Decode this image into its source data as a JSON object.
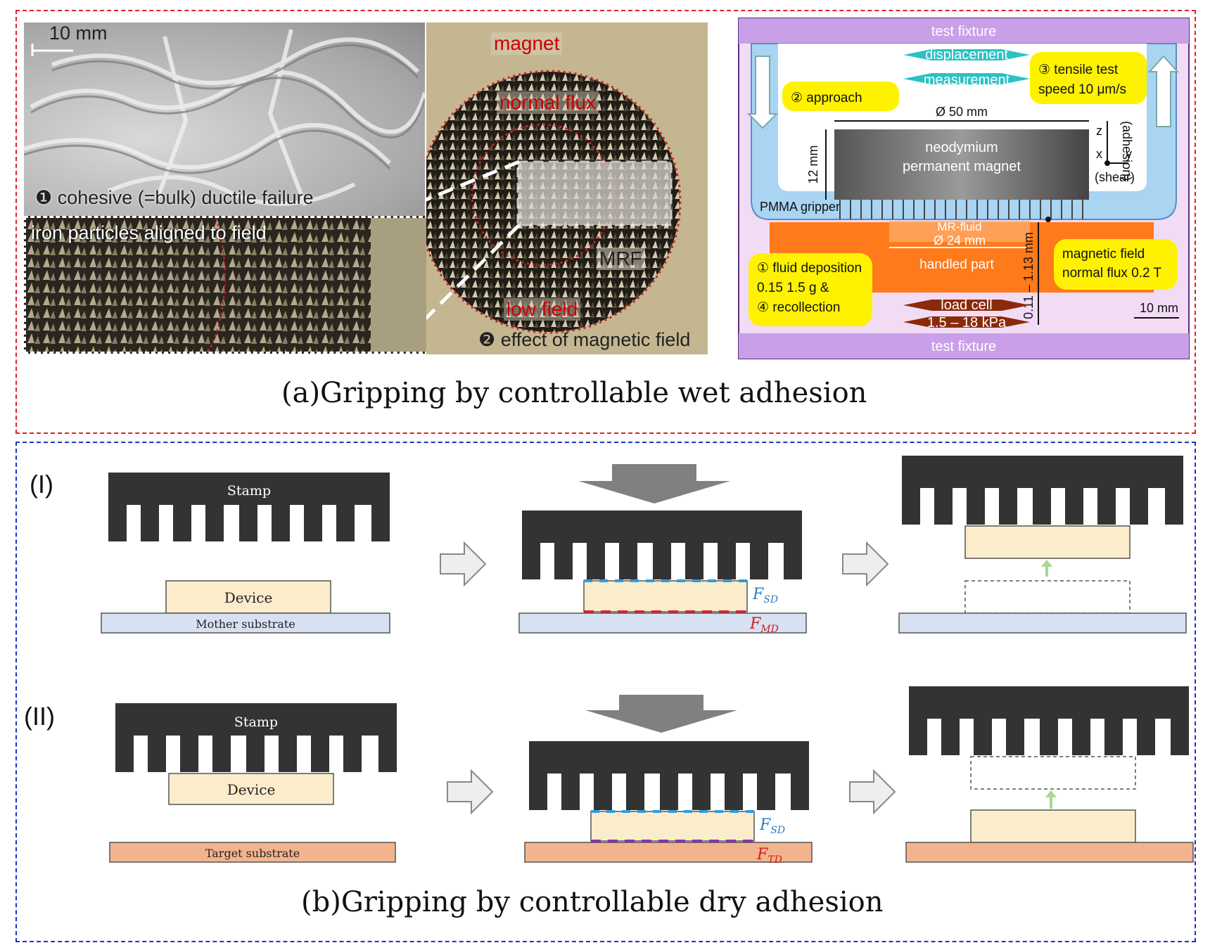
{
  "panel_a": {
    "caption": "(a)Gripping by controllable wet adhesion",
    "photo": {
      "scale": "10 mm",
      "failure": "❶ cohesive (=bulk) ductile failure",
      "particles": "iron particles aligned to field",
      "magnet": "magnet",
      "normal_flux": "normal flux",
      "mrf": "MRF",
      "low_field": "low field",
      "effect": "❷ effect of magnetic field"
    },
    "setup": {
      "test_fixture_top": "test fixture",
      "test_fixture_bottom": "test fixture",
      "displacement_1": "displacement",
      "displacement_2": "measurement",
      "approach": "② approach",
      "tensile_1": "③ tensile test",
      "tensile_2": "speed 10 μm/s",
      "diameter": "Ø 50 mm",
      "height": "12 mm",
      "magnet_1": "neodymium",
      "magnet_2": "permanent magnet",
      "axis_z": "z",
      "axis_x": "x",
      "axis_y": "y",
      "adhesion": "(adhesion)",
      "shear": "(shear)",
      "gripper": "PMMA gripper",
      "mr_fluid": "MR-fluid",
      "fluid_diameter": "Ø 24 mm",
      "handled_part": "handled part",
      "gap": "0.11 – 1.13 mm",
      "deposition_1": "① fluid deposition",
      "deposition_2": "0.15 1.5 g &",
      "deposition_3": "④ recollection",
      "field_1": "magnetic field",
      "field_2": "normal flux 0.2 T",
      "load_cell_1": "load cell",
      "load_cell_2": "1.5 – 18 kPa",
      "scale": "10 mm"
    }
  },
  "panel_b": {
    "caption": "(b)Gripping by controllable dry adhesion",
    "row1": {
      "label": "(I)",
      "stamp": "Stamp",
      "device": "Device",
      "substrate": "Mother substrate",
      "force_top": "F",
      "force_top_sub": "SD",
      "force_bottom": "F",
      "force_bottom_sub": "MD"
    },
    "row2": {
      "label": "(II)",
      "stamp": "Stamp",
      "device": "Device",
      "substrate": "Target substrate",
      "force_top": "F",
      "force_top_sub": "SD",
      "force_bottom": "F",
      "force_bottom_sub": "TD"
    }
  },
  "colors": {
    "wet_border": "#e0202a",
    "dry_border": "#2230d0",
    "stamp": "#333333",
    "device": "#fbeccb",
    "mother_substrate": "#d8e1f1",
    "target_substrate": "#f2b48e",
    "fixture": "#c9a0e8",
    "gripper": "#a9d4f2",
    "handled_part": "#ff7a1a",
    "callout": "#fff200"
  }
}
